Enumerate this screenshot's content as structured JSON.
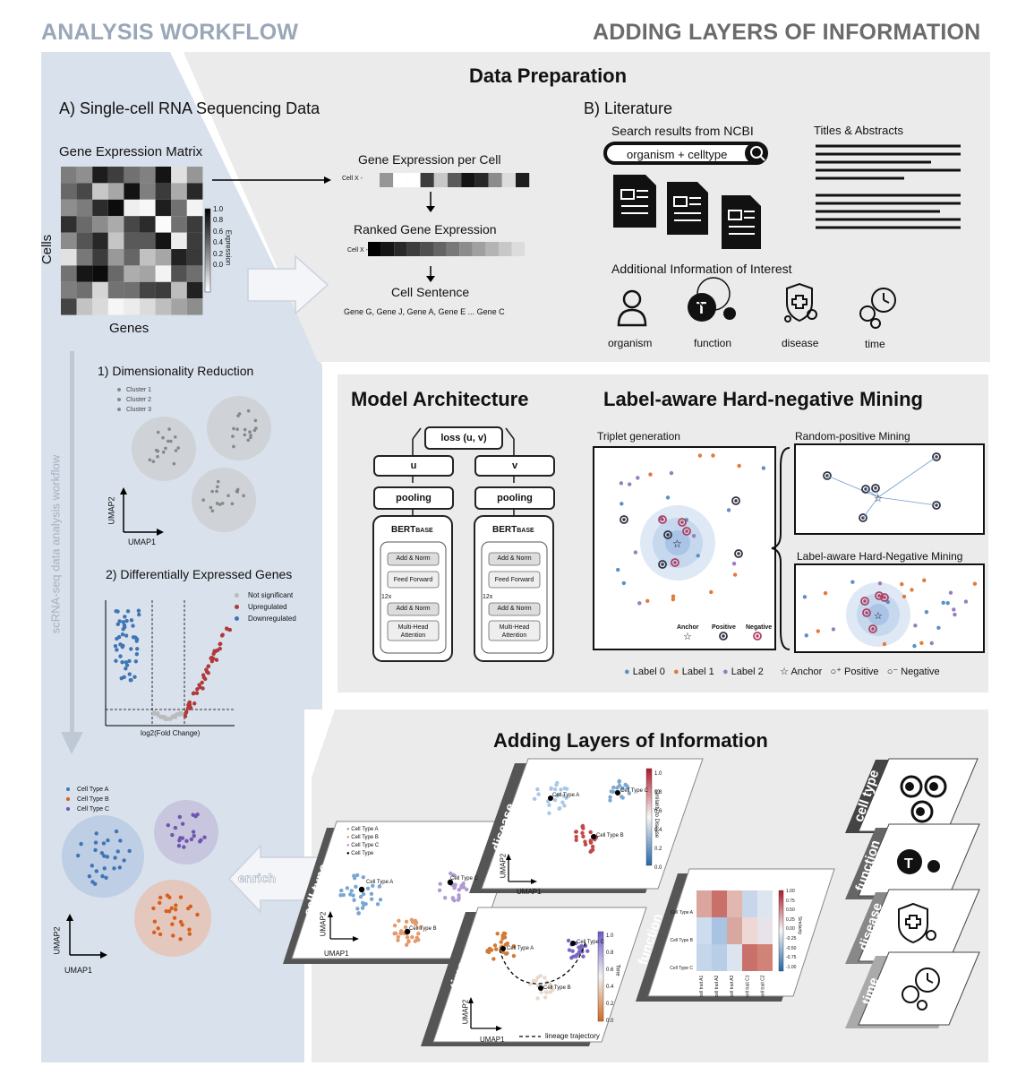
{
  "headers": {
    "left": "ANALYSIS WORKFLOW",
    "right": "ADDING LAYERS OF INFORMATION"
  },
  "side_label": "scRNA-seq data analysis workflow",
  "data_prep": {
    "title": "Data Preparation",
    "sc": {
      "title": "A) Single-cell RNA Sequencing Data",
      "matrix_title": "Gene Expression Matrix",
      "cells_label": "Cells",
      "genes_label": "Genes",
      "colorbar_label": "Expression",
      "colorbar_ticks": [
        "1.0",
        "0.8",
        "0.6",
        "0.4",
        "0.2",
        "0.0"
      ],
      "gene_per_cell": "Gene Expression per Cell",
      "cell_x": "Cell X -",
      "ranked": "Ranked Gene Expression",
      "cell_sentence_title": "Cell Sentence",
      "cell_sentence": "Gene G, Gene J, Gene A, Gene E ... Gene   C"
    },
    "lit": {
      "title": "B) Literature",
      "search_title": "Search results from NCBI",
      "search_text": "organism + celltype",
      "titles_abstracts": "Titles & Abstracts",
      "additional": "Additional Information of Interest",
      "icons": [
        {
          "label": "organism",
          "icon": "person-icon"
        },
        {
          "label": "function",
          "icon": "t-cell-gear-icon"
        },
        {
          "label": "disease",
          "icon": "shield-virus-icon"
        },
        {
          "label": "time",
          "icon": "clock-gears-icon"
        }
      ]
    }
  },
  "workflow": {
    "dim_red": "1) Dimensionality Reduction",
    "clusters": [
      "Cluster 1",
      "Cluster 2",
      "Cluster 3"
    ],
    "umap1": "UMAP1",
    "umap2": "UMAP2",
    "deg": "2) Differentially Expressed Genes",
    "deg_legend": [
      "Not significant",
      "Upregulated",
      "Downregulated"
    ],
    "volcano_x": "log2(Fold Change)",
    "cell_types": [
      "Cell Type A",
      "Cell Type B",
      "Cell Type C"
    ]
  },
  "model": {
    "title": "Model Architecture",
    "loss": "loss (u, v)",
    "u": "u",
    "v": "v",
    "pooling": "pooling",
    "bert": "BERT",
    "bert_sub": "BASE",
    "add_norm": "Add & Norm",
    "feed_forward": "Feed Forward",
    "multi_head": "Multi-Head",
    "attention": "Attention",
    "times": "12x"
  },
  "mining": {
    "title": "Label-aware Hard-negative Mining",
    "triplet": "Triplet generation",
    "random_pos": "Random-positive Mining",
    "label_aware": "Label-aware Hard-Negative Mining",
    "anchor": "Anchor",
    "positive": "Positive",
    "negative": "Negative",
    "legend": [
      "Label 0",
      "Label 1",
      "Label 2",
      "Anchor",
      "Positive",
      "Negative"
    ],
    "colors": {
      "label0": "#5b8fc7",
      "label1": "#e07b39",
      "label2": "#9a7cc0"
    }
  },
  "layers": {
    "title": "Adding Layers of Information",
    "enrich": "enrich",
    "cell_type_label": "cell type",
    "disease_label": "disease",
    "time_label": "time",
    "function_label": "function",
    "ct_legend": [
      "Cell Type A",
      "Cell Type B",
      "Cell Type C",
      "Cell Type"
    ],
    "point_labels": [
      "Cell Type A",
      "Cell Type B",
      "Cell Type C"
    ],
    "disease_cbar": "Similarity to Disease",
    "disease_ticks": [
      "1.0",
      "0.8",
      "0.6",
      "0.4",
      "0.2",
      "0.0"
    ],
    "time_cbar": "Time",
    "time_ticks": [
      "1.0",
      "0.8",
      "0.6",
      "0.4",
      "0.2",
      "0.0"
    ],
    "func_cbar": "Similarity",
    "func_ticks": [
      "1.00",
      "0.75",
      "0.50",
      "0.25",
      "0.00",
      "-0.25",
      "-0.50",
      "-0.75",
      "-1.00"
    ],
    "func_rows": [
      "Cell Type A",
      "Cell Type B",
      "Cell Type C"
    ],
    "func_cols": [
      "cell trait A1",
      "cell trait A2",
      "cell trait A3",
      "cell trait C1",
      "cell trait C2"
    ],
    "lineage": "lineage trajectory",
    "stack": [
      "cell type",
      "function",
      "disease",
      "time"
    ]
  }
}
